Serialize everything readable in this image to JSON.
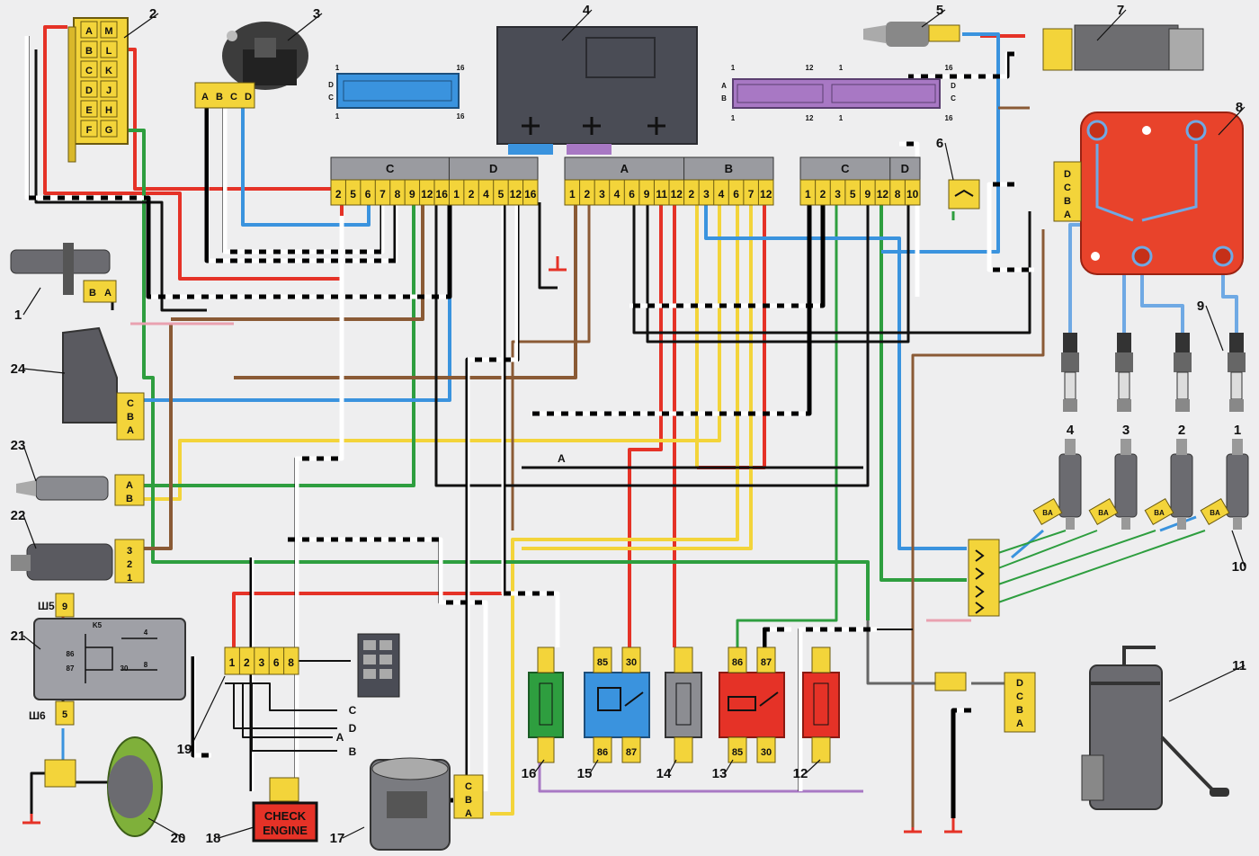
{
  "callouts": [
    "1",
    "2",
    "3",
    "4",
    "5",
    "6",
    "7",
    "8",
    "9",
    "10",
    "11",
    "12",
    "13",
    "14",
    "15",
    "16",
    "17",
    "18",
    "19",
    "20",
    "21",
    "22",
    "23",
    "24"
  ],
  "diag_connector": {
    "left": [
      "A",
      "B",
      "C",
      "D",
      "E",
      "F"
    ],
    "right": [
      "M",
      "L",
      "K",
      "J",
      "H",
      "G"
    ]
  },
  "sensor3_conn": [
    "A",
    "B",
    "C",
    "D"
  ],
  "ecu_conn_left": {
    "labels": [
      "C",
      "D"
    ],
    "pins": [
      "2",
      "5",
      "6",
      "7",
      "8",
      "9",
      "12",
      "16",
      "1",
      "2",
      "4",
      "5",
      "12",
      "16"
    ]
  },
  "ecu_conn_mid": {
    "labels": [
      "A",
      "B"
    ],
    "pins": [
      "1",
      "2",
      "3",
      "4",
      "6",
      "9",
      "11",
      "12",
      "2",
      "3",
      "4",
      "6",
      "7",
      "12"
    ]
  },
  "ecu_conn_right": {
    "labels": [
      "C",
      "D"
    ],
    "pins": [
      "1",
      "2",
      "3",
      "5",
      "9",
      "12",
      "8",
      "10"
    ]
  },
  "ecu_side_left": {
    "rows": [
      "D",
      "C"
    ],
    "top": [
      "1",
      "16"
    ],
    "bot": [
      "1",
      "16"
    ]
  },
  "ecu_side_right": {
    "rows": [
      "A",
      "B"
    ],
    "top": [
      "1",
      "12",
      "1",
      "16"
    ],
    "bot": [
      "1",
      "12",
      "1",
      "16"
    ],
    "rows_r": [
      "D",
      "C"
    ]
  },
  "coil_conn": [
    "D",
    "C",
    "B",
    "A"
  ],
  "sensor24_conn": [
    "C",
    "B",
    "A"
  ],
  "sensor23_conn": [
    "A",
    "B"
  ],
  "sensor22_conn": [
    "3",
    "2",
    "1"
  ],
  "sensor1_conn": [
    "B",
    "A"
  ],
  "relay21": {
    "top": "Ш5",
    "bot": "Ш6",
    "pin_top": "9",
    "pin_bot": "5",
    "labels": [
      "K5",
      "86",
      "87",
      "4",
      "30",
      "8"
    ]
  },
  "conn19": [
    "1",
    "2",
    "3",
    "6",
    "8"
  ],
  "wire_tags": [
    "C",
    "D",
    "A",
    "B"
  ],
  "check_engine": [
    "CHECK",
    "ENGINE"
  ],
  "maf_conn": [
    "C",
    "B",
    "A"
  ],
  "relay_pins": {
    "r15": [
      "85",
      "86",
      "30",
      "87"
    ],
    "r13": [
      "86",
      "87",
      "85",
      "30"
    ]
  },
  "inj_conn_label": "BA",
  "cyl_nums": [
    "4",
    "3",
    "2",
    "1"
  ],
  "conn11": [
    "D",
    "C",
    "B",
    "A"
  ],
  "junction_A": "A",
  "colors": {
    "yellow": "#f3d43a",
    "red": "#e53227",
    "green": "#2e9e3f",
    "blue": "#3a93de",
    "brown": "#8a5a35",
    "pink": "#e9a1b0",
    "purple": "#a878c4",
    "coil": "#e8432b",
    "ecu": "#4a4c55"
  }
}
